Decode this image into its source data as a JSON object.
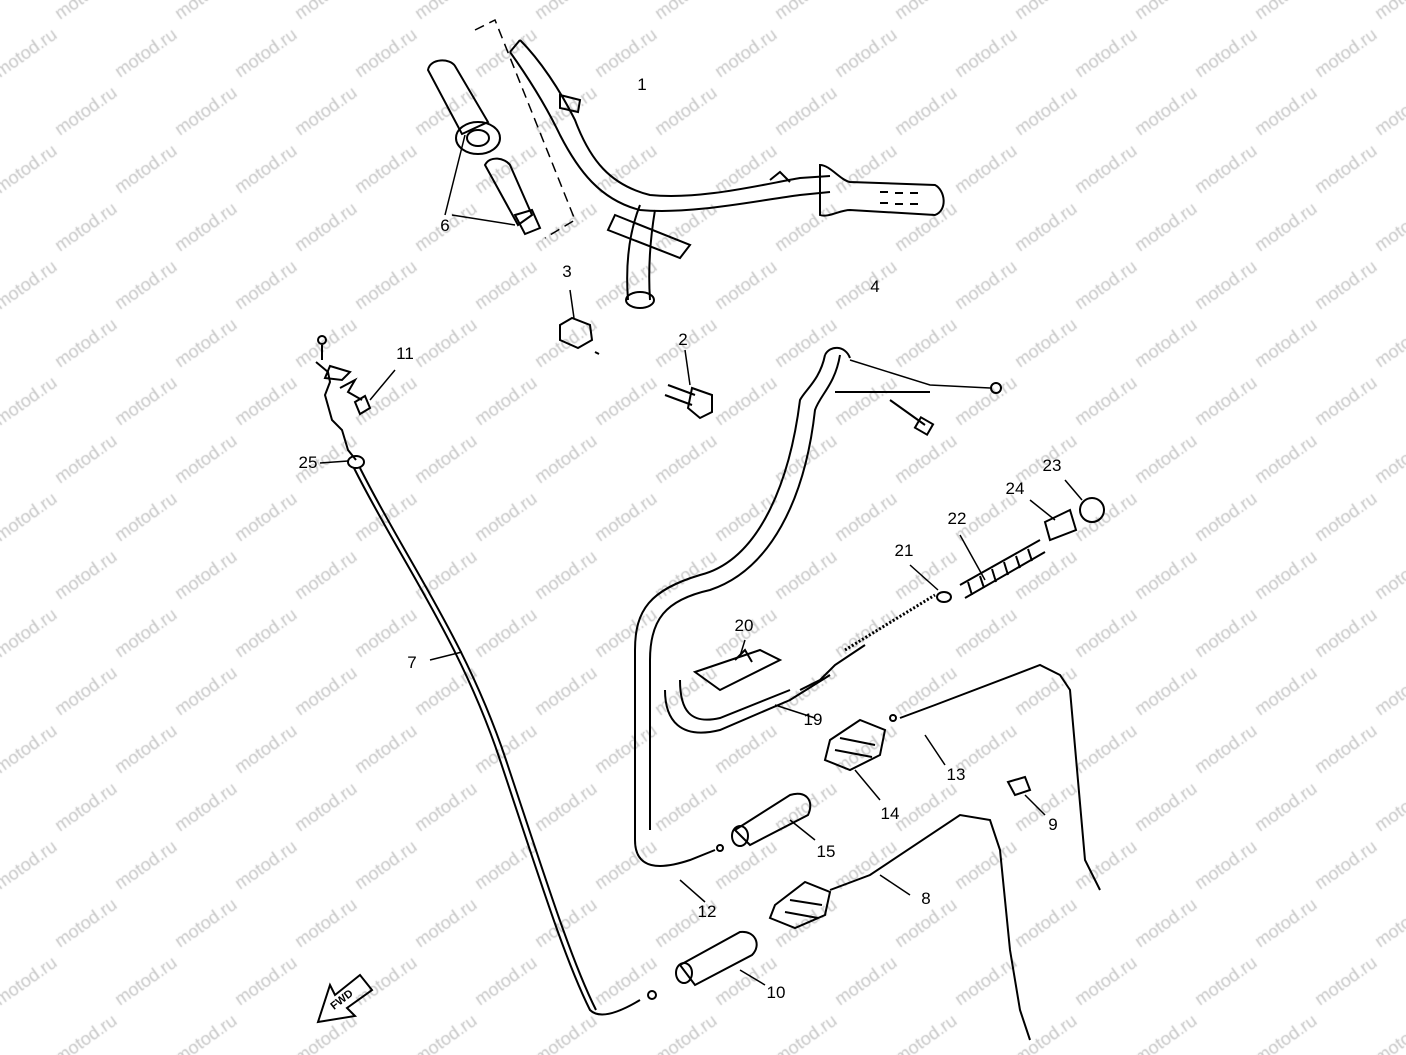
{
  "watermark": "motod.ru",
  "fwd_label": "FWD",
  "callouts": {
    "c1": "1",
    "c2": "2",
    "c3": "3",
    "c4": "4",
    "c6": "6",
    "c7": "7",
    "c8": "8",
    "c9": "9",
    "c10": "10",
    "c11": "11",
    "c12": "12",
    "c13": "13",
    "c14": "14",
    "c15": "15",
    "c19": "19",
    "c20": "20",
    "c21": "21",
    "c22": "22",
    "c23": "23",
    "c24": "24",
    "c25": "25"
  },
  "colors": {
    "line": "#000000",
    "watermark": "#c8c8c8",
    "background": "#ffffff"
  }
}
